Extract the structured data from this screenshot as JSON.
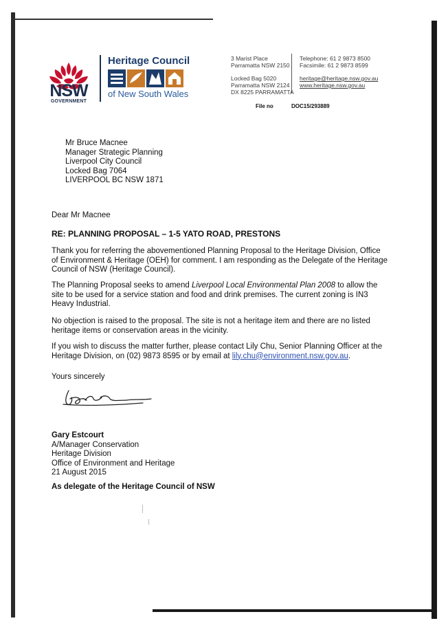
{
  "letterhead": {
    "nsw_word": "NSW",
    "nsw_gov": "GOVERNMENT",
    "council_title": "Heritage Council",
    "council_subtitle": "of New South Wales",
    "street_1": "3 Marist Place",
    "street_2": "Parramatta NSW 2150",
    "postal_1": "Locked Bag 5020",
    "postal_2": "Parramatta NSW 2124",
    "postal_3": "DX 8225 PARRAMATTA",
    "telephone": "Telephone: 61 2 9873 8500",
    "facsimile": "Facsimile: 61 2 9873 8599",
    "email": "heritage@heritage.nsw.gov.au",
    "website": "www.heritage.nsw.gov.au",
    "file_label": "File no",
    "file_number": "DOC15/293889",
    "colors": {
      "nsw_navy": "#1c2f4d",
      "waratah_red": "#c8102e",
      "council_blue": "#1c3c6a",
      "council_orange": "#c87a2a"
    }
  },
  "recipient": {
    "line1": "Mr Bruce Macnee",
    "line2": "Manager Strategic Planning",
    "line3": "Liverpool City Council",
    "line4": "Locked Bag 7064",
    "line5": "LIVERPOOL BC  NSW  1871"
  },
  "letter": {
    "salutation": "Dear Mr Macnee",
    "subject": "RE: PLANNING PROPOSAL – 1-5 YATO ROAD, PRESTONS",
    "para1": "Thank you for referring the abovementioned Planning Proposal to the Heritage Division, Office of Environment & Heritage (OEH) for comment. I am responding as the Delegate of the Heritage Council of NSW (Heritage Council).",
    "para2_pre": "The Planning Proposal seeks to amend ",
    "para2_italic": "Liverpool Local Environmental Plan 2008",
    "para2_post": " to allow the site to be used for a service station and food and drink premises. The current zoning is IN3 Heavy Industrial.",
    "para3": "No objection is raised to the proposal. The site is not a heritage item and there are no listed heritage items or conservation areas in the vicinity.",
    "para4_pre": "If you wish to discuss the matter further, please contact Lily Chu, Senior Planning Officer at the Heritage Division, on (02) 9873 8595 or by email at ",
    "para4_email": "lily.chu@environment.nsw.gov.au",
    "para4_post": ".",
    "closing": "Yours sincerely"
  },
  "signer": {
    "name": "Gary Estcourt",
    "title": "A/Manager Conservation",
    "division": "Heritage Division",
    "office": "Office of Environment and Heritage",
    "date": "21 August 2015",
    "delegate": "As delegate of the Heritage Council of NSW"
  }
}
